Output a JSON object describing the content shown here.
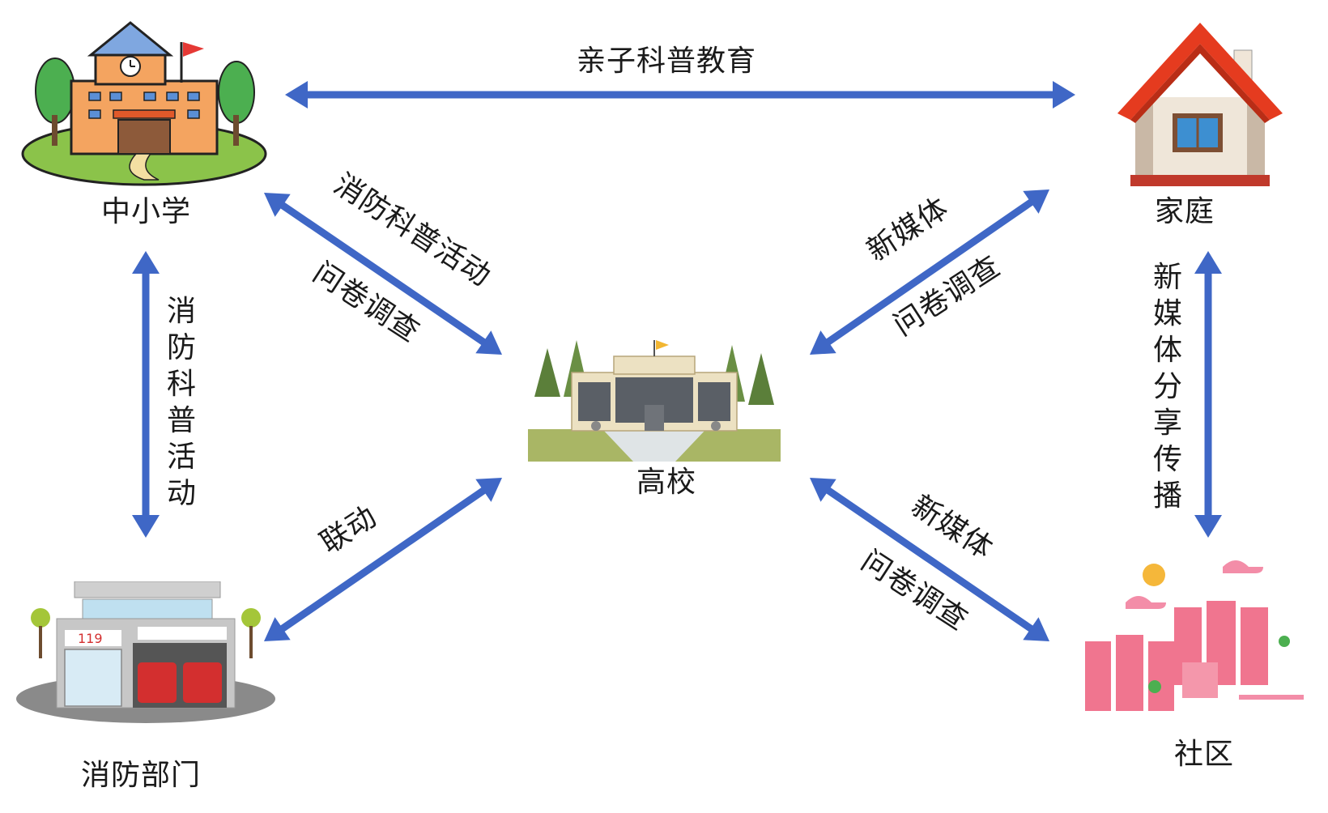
{
  "nodes": {
    "school": {
      "label": "中小学",
      "icon": "school-icon"
    },
    "home": {
      "label": "家庭",
      "icon": "house-icon"
    },
    "college": {
      "label": "高校",
      "icon": "university-icon"
    },
    "fire": {
      "label": "消防部门",
      "icon": "fire-station-icon"
    },
    "community": {
      "label": "社区",
      "icon": "community-icon"
    }
  },
  "edges": {
    "school_home": {
      "label": "亲子科普教育"
    },
    "school_college": {
      "label_top": "消防科普活动",
      "label_bottom": "问卷调查"
    },
    "school_fire": {
      "label": "消防科普活动"
    },
    "home_college": {
      "label_top": "新媒体",
      "label_bottom": "问卷调查"
    },
    "home_community": {
      "label": "新媒体分享传播"
    },
    "fire_college": {
      "label": "联动"
    },
    "college_community": {
      "label_top": "新媒体",
      "label_bottom": "问卷调查"
    }
  },
  "colors": {
    "arrow": "#3f67c6"
  }
}
